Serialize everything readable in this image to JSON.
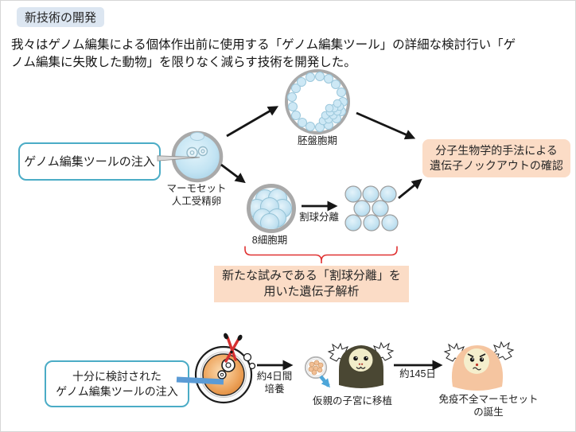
{
  "slide": {
    "title_badge": "新技術の開発",
    "intro_line1": "我々はゲノム編集による個体作出前に使用する「ゲノム編集ツール」の詳細な検討行い「ゲ",
    "intro_line2": "ノム編集に失敗した動物」を限りなく減らす技術を開発した。"
  },
  "upper_flow": {
    "injection_box_label": "ゲノム編集ツールの注入",
    "egg_label_line1": "マーモセット",
    "egg_label_line2": "人工受精卵",
    "blastocyst_label": "胚盤胞期",
    "eight_cell_label": "8細胞期",
    "separation_arrow_label": "割球分離",
    "confirmation_box_line1": "分子生物学的手法による",
    "confirmation_box_line2": "遺伝子ノックアウトの確認",
    "analysis_box_line1": "新たな試みである「割球分離」を",
    "analysis_box_line2": "用いた遺伝子解析"
  },
  "lower_flow": {
    "injection_box_line1": "十分に検討された",
    "injection_box_line2": "ゲノム編集ツールの注入",
    "culture_label_line1": "約4日間",
    "culture_label_line2": "培養",
    "transfer_label": "仮親の子宮に移植",
    "gestation_label": "約145日",
    "birth_label_line1": "免疫不全マーモセット",
    "birth_label_line2": "の誕生"
  },
  "colors": {
    "badge_bg": "#dce6f1",
    "box_border_blue": "#4bacc6",
    "peach_box_bg": "#fbdcc6",
    "brace_red": "#e03232",
    "cell_blue": "#bfe0f0",
    "egg_orange": "#e8953f",
    "pipette_blue": "#5b9bd5",
    "marmoset_dark": "#4a4733",
    "marmoset_baby": "#f5c5a0",
    "arrow_black": "#161616"
  }
}
